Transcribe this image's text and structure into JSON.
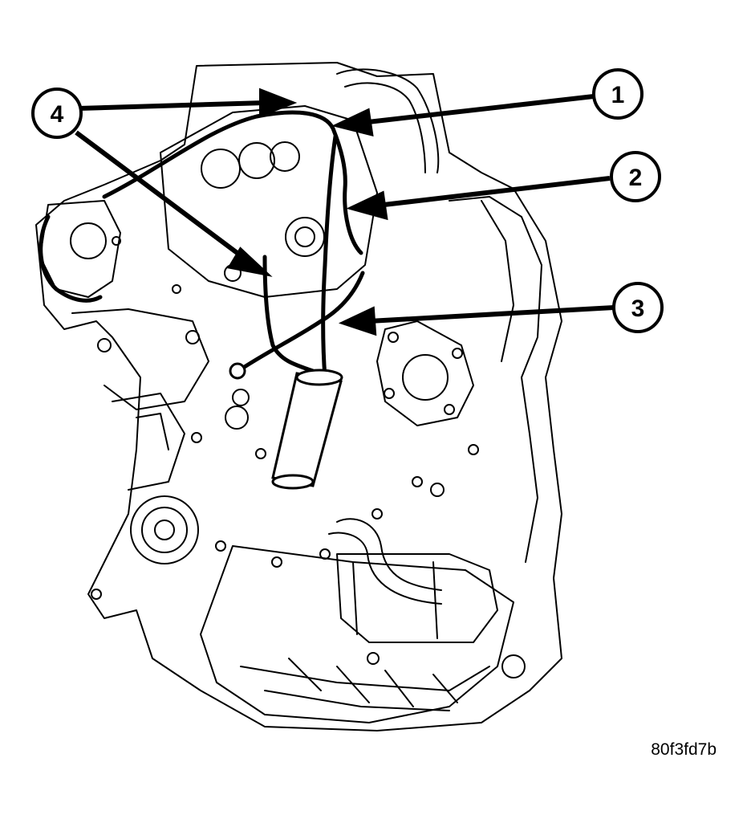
{
  "callouts": [
    {
      "id": "1",
      "label": "1"
    },
    {
      "id": "2",
      "label": "2"
    },
    {
      "id": "3",
      "label": "3"
    },
    {
      "id": "4",
      "label": "4"
    }
  ],
  "figure_code": "80f3fd7b",
  "colors": {
    "line": "#000000",
    "background": "#ffffff"
  }
}
